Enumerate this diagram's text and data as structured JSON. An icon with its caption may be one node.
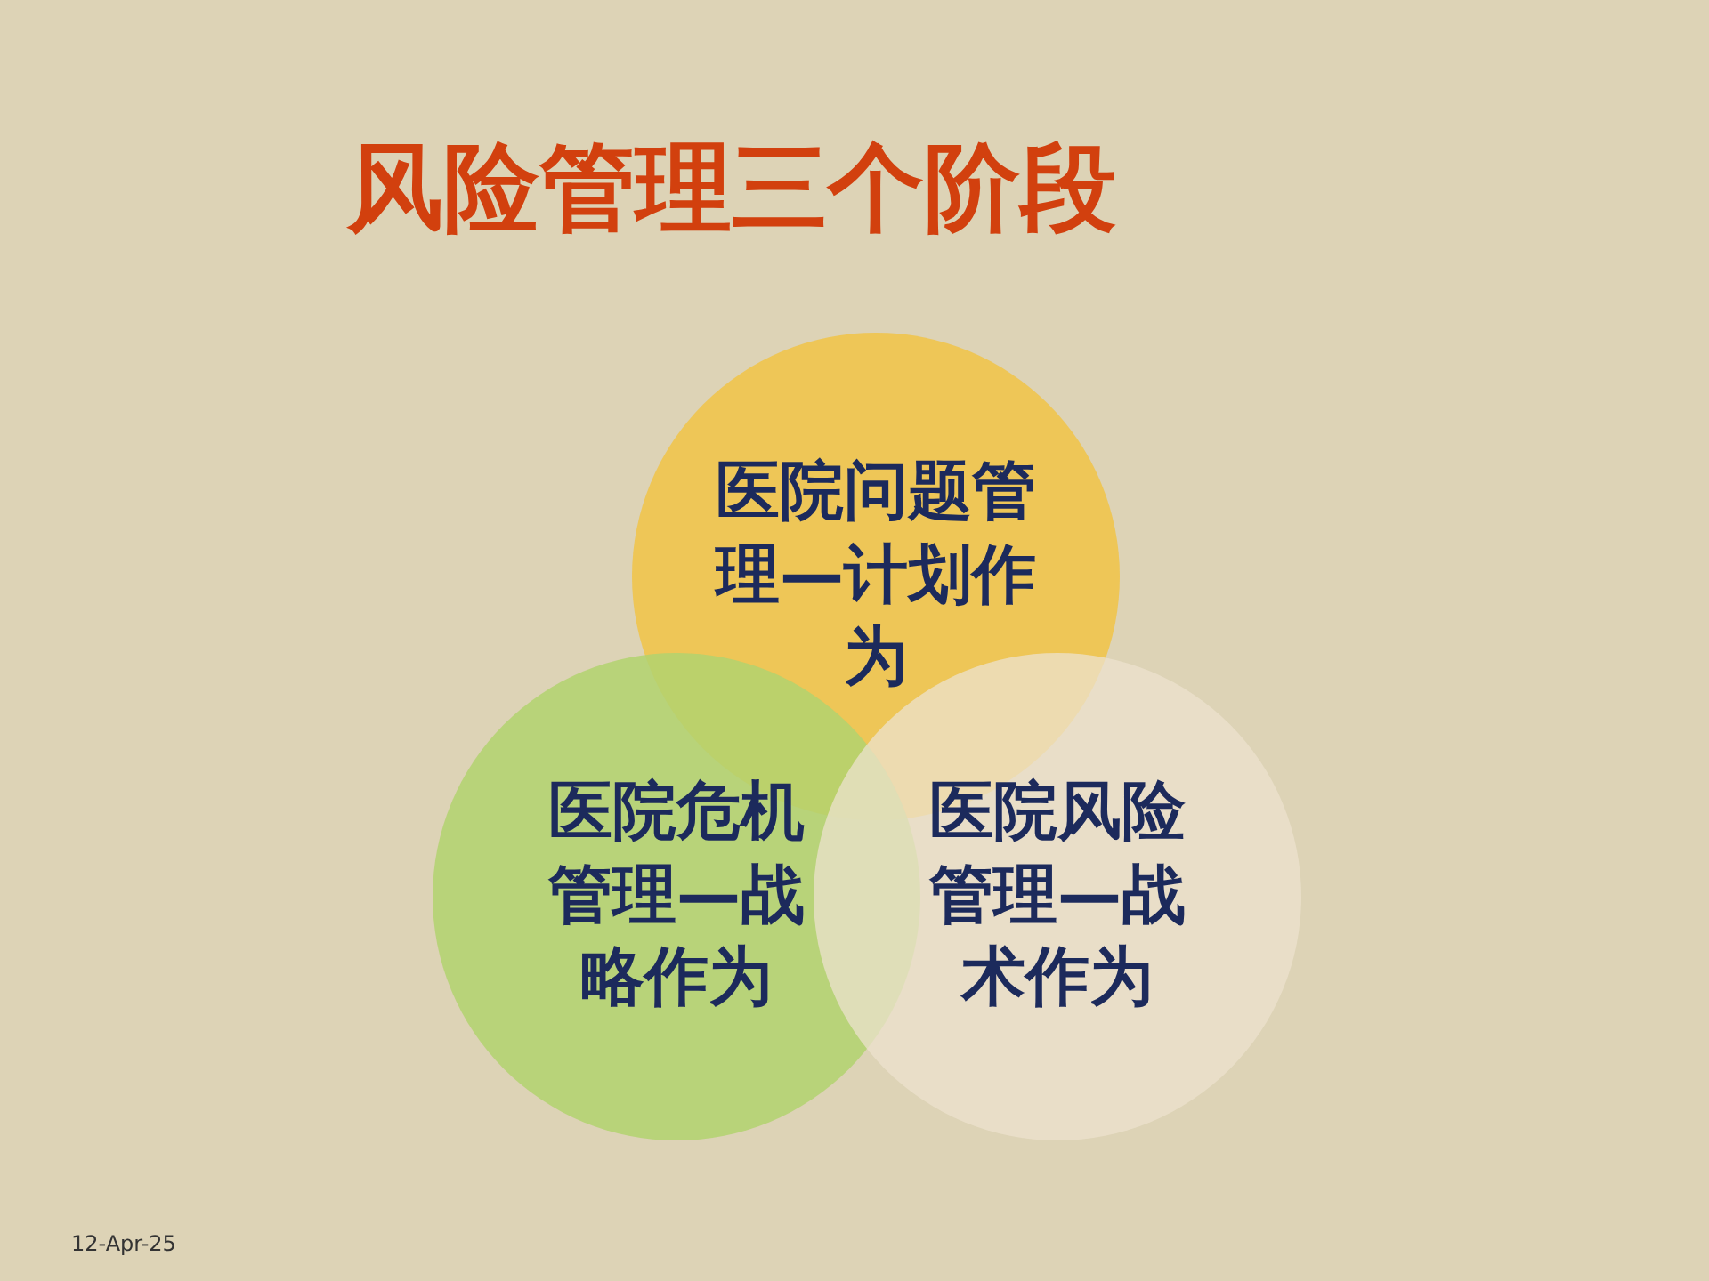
{
  "diagram": {
    "title": "风险管理三个阶段",
    "nodes": [
      {
        "text": [
          "医院问题管理—计划作为"
        ]
      },
      {
        "text": [
          "医院危机管理—战略作为"
        ]
      },
      {
        "text": [
          "医院风险管理—战术作为"
        ]
      }
    ],
    "labels": [
      "12-Apr-25"
    ]
  }
}
